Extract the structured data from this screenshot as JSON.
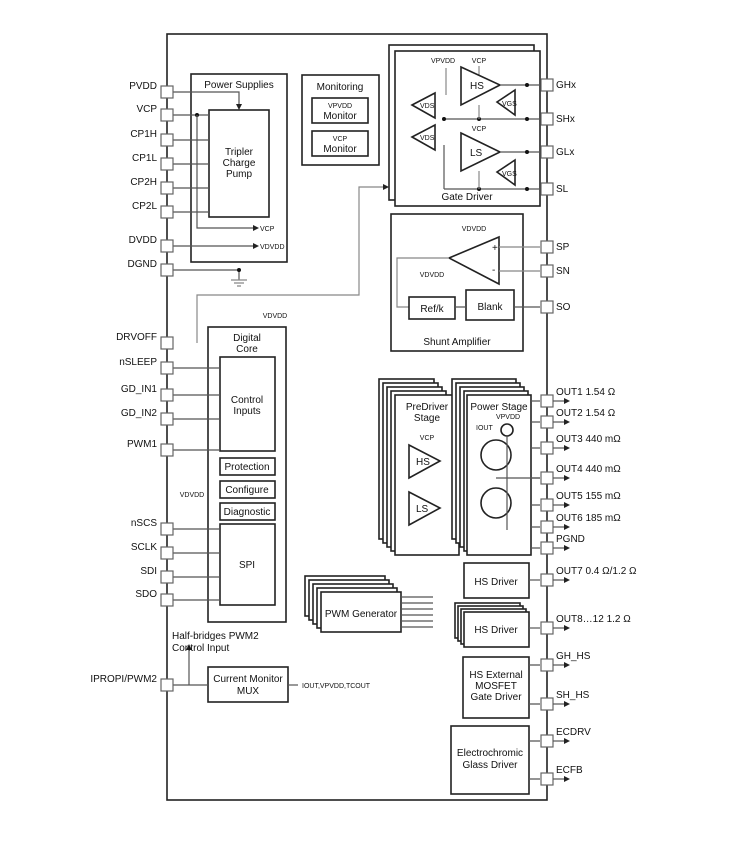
{
  "diagram": {
    "left_pins": [
      "PVDD",
      "VCP",
      "CP1H",
      "CP1L",
      "CP2H",
      "CP2L",
      "DVDD",
      "DGND",
      "DRVOFF",
      "nSLEEP",
      "GD_IN1",
      "GD_IN2",
      "PWM1",
      "nSCS",
      "SCLK",
      "SDI",
      "SDO",
      "IPROPI/PWM2"
    ],
    "right_pins": [
      "GHx",
      "SHx",
      "GLx",
      "SL",
      "SP",
      "SN",
      "SO",
      "OUT1 1.54 Ω",
      "OUT2 1.54 Ω",
      "OUT3 440 mΩ",
      "OUT4 440 mΩ",
      "OUT5 155 mΩ",
      "OUT6 185 mΩ",
      "PGND",
      "OUT7 0.4 Ω/1.2 Ω",
      "OUT8…12 1.2 Ω",
      "GH_HS",
      "SH_HS",
      "ECDRV",
      "ECFB"
    ],
    "power_supplies": {
      "title": "Power Supplies",
      "charge_pump": [
        "Tripler",
        "Charge",
        "Pump"
      ],
      "vcp_out": "VCP",
      "vdvdd_out": "VDVDD"
    },
    "monitoring": {
      "title": "Monitoring",
      "items": [
        [
          "VPVDD",
          "Monitor"
        ],
        [
          "VCP",
          "Monitor"
        ]
      ]
    },
    "gate_driver": {
      "title": "Gate Driver",
      "hs": "HS",
      "ls": "LS",
      "vds": "VDS",
      "vgs": "VGS",
      "vpvdd": "VPVDD",
      "vcp": "VCP"
    },
    "shunt_amp": {
      "title": "Shunt Amplifier",
      "refk": "Ref/k",
      "blank": "Blank",
      "vdvdd": "VDVDD",
      "plus": "+",
      "minus": "-"
    },
    "digital_core": {
      "title": [
        "Digital",
        "Core"
      ],
      "control_inputs": [
        "Control",
        "Inputs"
      ],
      "protection": "Protection",
      "configure": "Configure",
      "diagnostic": "Diagnostic",
      "spi": "SPI",
      "vdvdd": "VDVDD"
    },
    "predriver": {
      "title": [
        "PreDriver",
        "Stage"
      ],
      "hs": "HS",
      "ls": "LS",
      "vcp": "VCP"
    },
    "power_stage": {
      "title": "Power Stage",
      "vpvdd": "VPVDD",
      "iout": "IOUT"
    },
    "pwm_generator": "PWM Generator",
    "hs_driver": "HS Driver",
    "hs_ext": [
      "HS External",
      "MOSFET",
      "Gate Driver"
    ],
    "ec_driver": [
      "Electrochromic",
      "Glass Driver"
    ],
    "current_monitor": [
      "Current Monitor",
      "MUX"
    ],
    "cm_out": "IOUT,VPVDD,TCOUT",
    "pwm2_label": [
      "Half-bridges PWM2",
      "Control Input"
    ],
    "vdvdd_pullup": "VDVDD"
  }
}
